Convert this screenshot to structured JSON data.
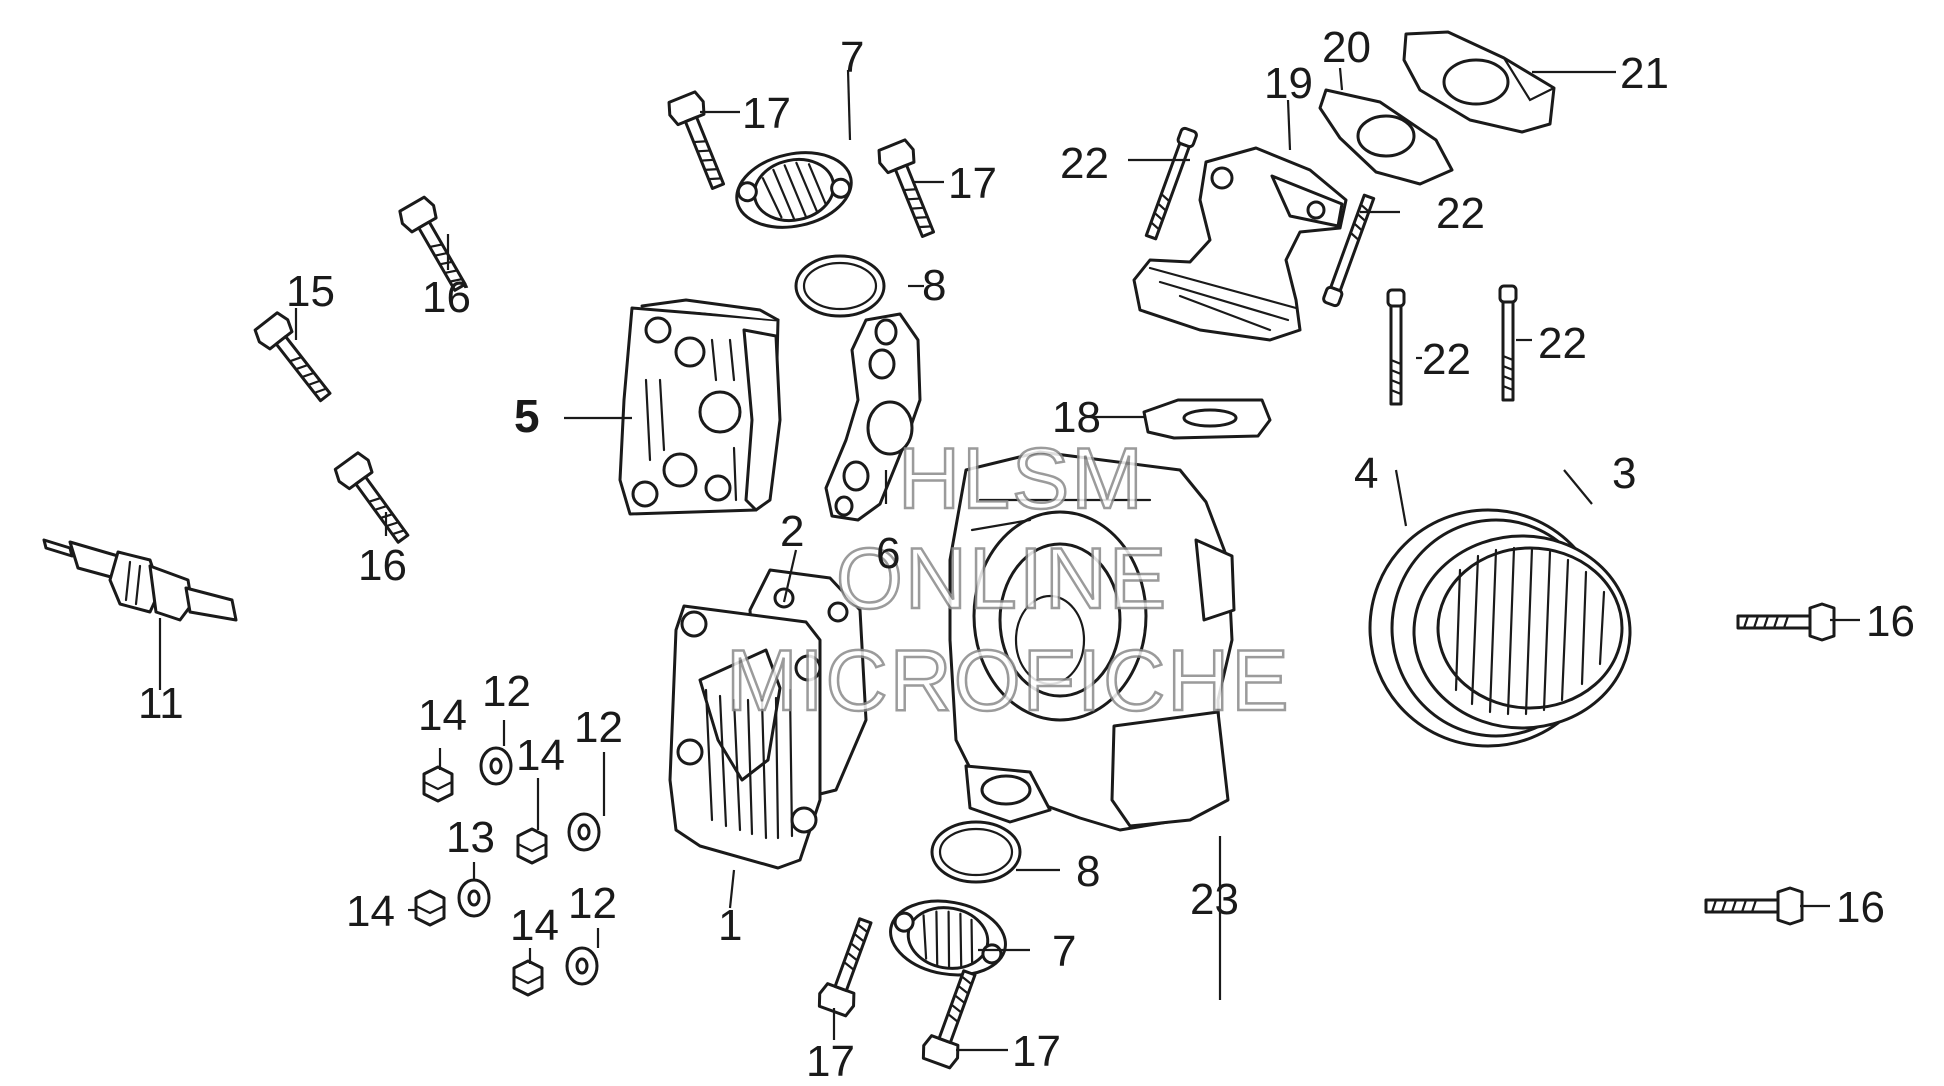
{
  "watermark": {
    "line1": "HLSM",
    "line2": "ONLINE",
    "line3": "MICROFICHE"
  },
  "callouts": {
    "c1": "1",
    "c2": "2",
    "c3": "3",
    "c4": "4",
    "c5": "5",
    "c6": "6",
    "c7a": "7",
    "c7b": "7",
    "c8a": "8",
    "c8b": "8",
    "c11": "11",
    "c12a": "12",
    "c12b": "12",
    "c12c": "12",
    "c13": "13",
    "c14a": "14",
    "c14b": "14",
    "c14c": "14",
    "c14d": "14",
    "c15": "15",
    "c16a": "16",
    "c16b": "16",
    "c16c": "16",
    "c16d": "16",
    "c17a": "17",
    "c17b": "17",
    "c17c": "17",
    "c17d": "17",
    "c18": "18",
    "c19": "19",
    "c20": "20",
    "c21": "21",
    "c22a": "22",
    "c22b": "22",
    "c22c": "22",
    "c22d": "22",
    "c23": "23"
  }
}
